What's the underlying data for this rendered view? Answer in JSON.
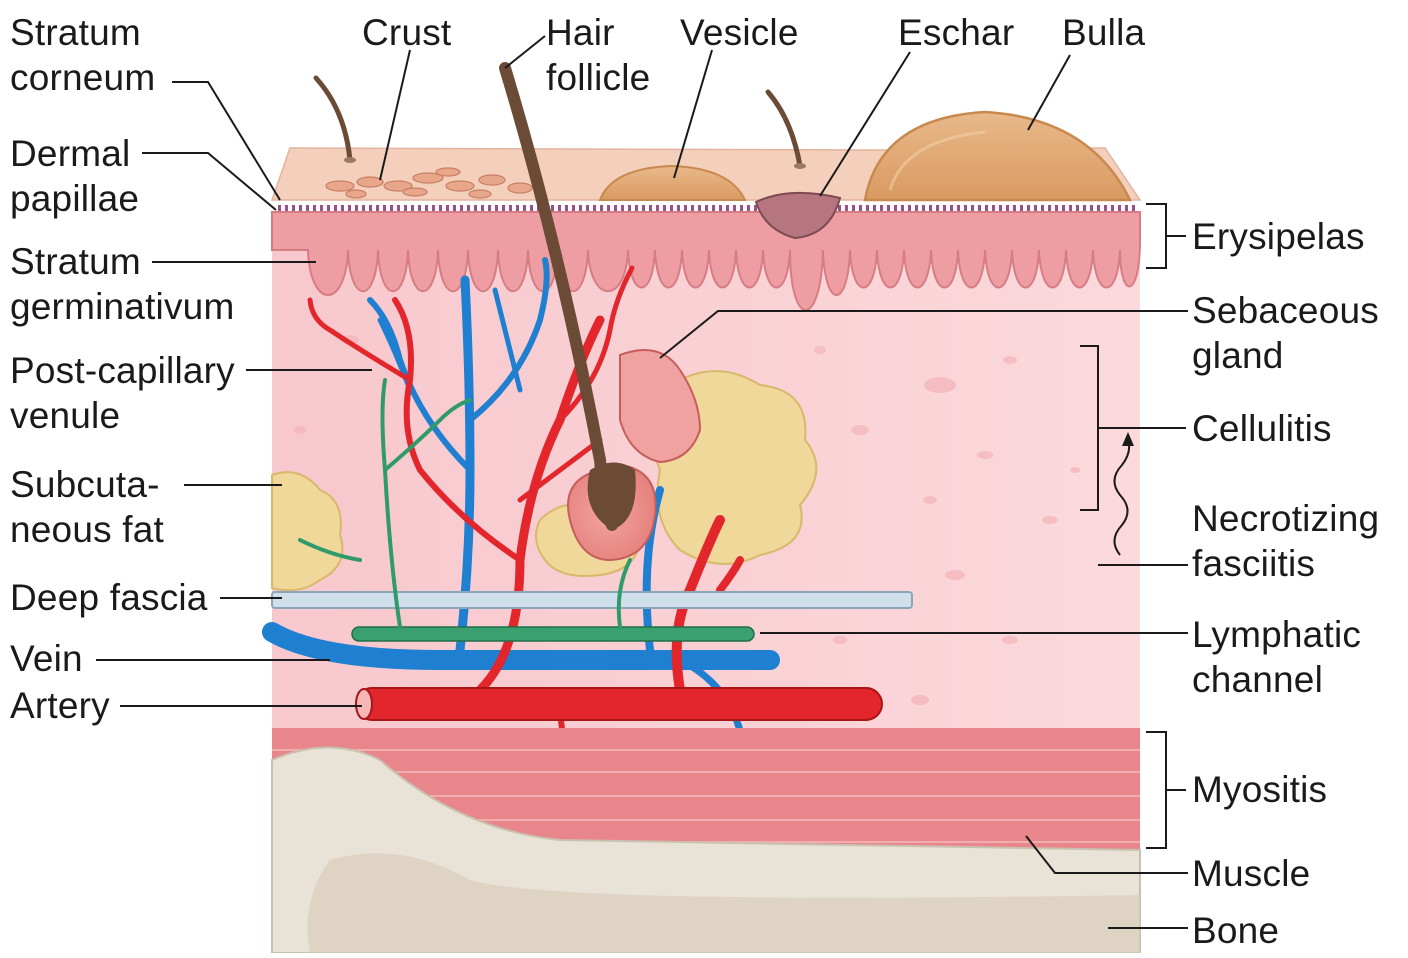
{
  "labels": {
    "stratum_corneum": "Stratum\ncorneum",
    "crust": "Crust",
    "hair_follicle": "Hair\nfollicle",
    "vesicle": "Vesicle",
    "eschar": "Eschar",
    "bulla": "Bulla",
    "dermal_papillae": "Dermal\npapillae",
    "stratum_germinativum": "Stratum\ngerminativum",
    "post_capillary_venule": "Post-capillary\nvenule",
    "subcutaneous_fat": "Subcuta-\nneous fat",
    "deep_fascia": "Deep fascia",
    "vein": "Vein",
    "artery": "Artery",
    "erysipelas": "Erysipelas",
    "sebaceous_gland": "Sebaceous\ngland",
    "cellulitis": "Cellulitis",
    "necrotizing_fasciitis": "Necrotizing\nfasciitis",
    "lymphatic_channel": "Lymphatic\nchannel",
    "myositis": "Myositis",
    "muscle": "Muscle",
    "bone": "Bone"
  },
  "colors": {
    "epidermis": "#f0b8a8",
    "dermis": "#f6c4c8",
    "subcutis": "#f9d4d6",
    "artery": "#e3262c",
    "vein": "#1f7fd0",
    "lymphatic": "#2f9a6a",
    "fat": "#efd89a",
    "muscle": "#e88a8e",
    "bone": "#e9e2d6",
    "hair": "#6b4a36"
  }
}
